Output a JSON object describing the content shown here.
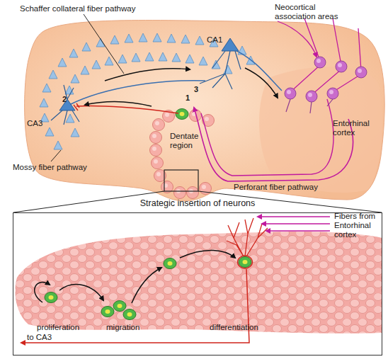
{
  "diagram": {
    "nodes": [
      {
        "text": [
          "Strategic insertion of neurons"
        ]
      }
    ],
    "labels": [
      "Schaffer collateral fiber pathway",
      "CA1",
      "Neocortical association areas",
      "3",
      "2",
      "1",
      "CA3",
      "Entorhinal cortex",
      "Dentate region",
      "Mossy fiber pathway",
      "Perforant fiber pathway",
      "Fibers from Entorhinal cortex",
      "proliferation",
      "migration",
      "differentiation",
      "to CA3"
    ]
  }
}
